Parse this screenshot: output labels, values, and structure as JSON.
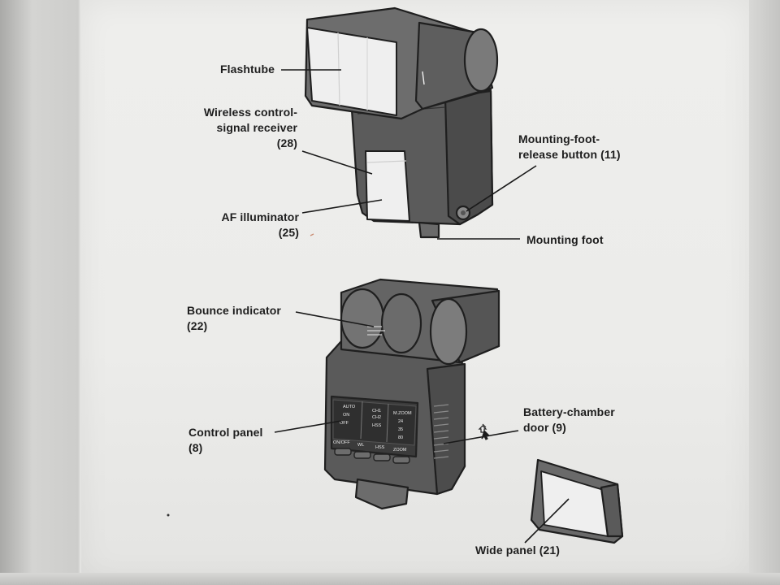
{
  "labels": {
    "flashtube": "Flashtube",
    "wireless_line1": "Wireless control-",
    "wireless_line2": "signal receiver",
    "wireless_line3": "(28)",
    "af_line1": "AF illuminator",
    "af_line2": "(25)",
    "release_line1": "Mounting-foot-",
    "release_line2": "release button (11)",
    "mounting_foot": "Mounting foot",
    "bounce_line1": "Bounce indicator",
    "bounce_line2": "(22)",
    "control_line1": "Control panel",
    "control_line2": "(8)",
    "battery_line1": "Battery-chamber",
    "battery_line2": "door (9)",
    "wide_panel": "Wide panel (21)"
  },
  "panel": {
    "auto": "AUTO",
    "on": "ON",
    "off": "OFF",
    "ch1": "CH1",
    "ch2": "CH2",
    "hss": "HSS",
    "m_zoom": "M.ZOOM",
    "z24": "24",
    "z35": "35",
    "z80": "80",
    "btn_onoff": "ON/OFF",
    "btn_wl": "WL",
    "btn_hss": "HSS",
    "btn_zoom": "ZOOM"
  }
}
